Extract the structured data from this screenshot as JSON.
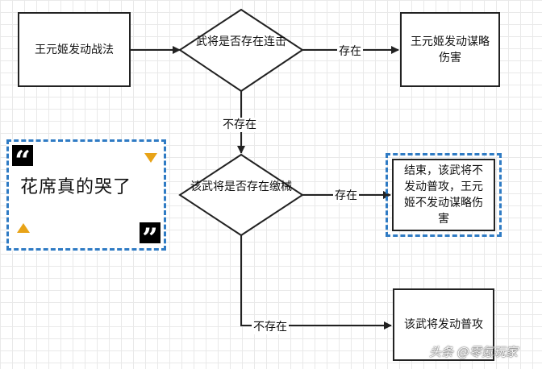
{
  "nodes": {
    "start": "王元姬发动战法",
    "check_combo": "武将是否存在连击",
    "combo_damage": "王元姬发动谋略伤害",
    "check_disarm": "该武将是否存在缴械",
    "end_no_attack": "结束，该武将不发动普攻，王元姬不发动谋略伤害",
    "normal_attack": "该武将发动普攻"
  },
  "edges": {
    "exists_1": "存在",
    "not_exists_1": "不存在",
    "exists_2": "存在",
    "not_exists_2": "不存在"
  },
  "quote_card": {
    "open_quote": "“",
    "text": "花席真的哭了",
    "close_quote": "”",
    "accent_color": "#e8a317",
    "border_color": "#2f7bc4"
  },
  "watermark": "头条 @零氪玩家"
}
